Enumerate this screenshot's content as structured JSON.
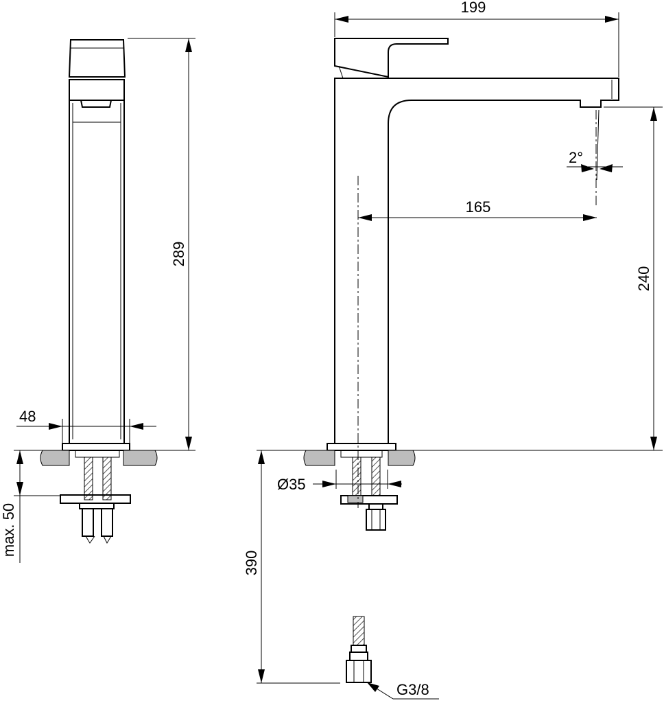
{
  "dimensions": {
    "overall_height": "289",
    "body_width": "48",
    "max_depth": "max. 50",
    "projection": "199",
    "spout_reach": "165",
    "spout_height": "240",
    "flow_angle": "2°",
    "hole_diameter": "Ø35",
    "hose_length": "390",
    "connection_thread": "G3/8"
  }
}
